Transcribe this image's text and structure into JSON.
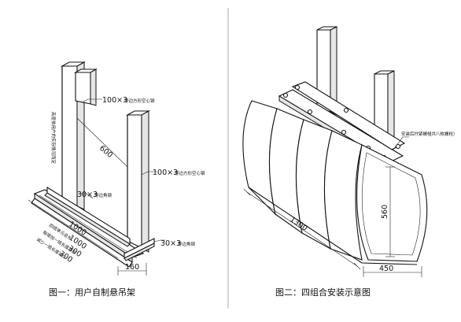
{
  "left_figure": {
    "caption": "图一：用户自制悬吊架",
    "vertical_note": "高度依用户的实际情况而定",
    "label_tube_upper": "100×3",
    "label_tube_upper_note": "等边方形空心钢",
    "label_tube_lower": "100×3",
    "label_tube_lower_note": "等边方形空心钢",
    "label_angle_inner": "30×3",
    "label_angle_inner_note": "等边角钢",
    "label_angle_outer": "30×3",
    "label_angle_outer_note": "等边角钢",
    "dim_600": "600",
    "dim_1000": "1000",
    "dim_160": "160",
    "length_lines": [
      {
        "note": "四组单元总长",
        "value": "1000"
      },
      {
        "note": "每增加一组长度增加",
        "value": "300"
      },
      {
        "note": "减少一组长度减少",
        "value": "300"
      }
    ]
  },
  "right_figure": {
    "caption": "图二：四组合安装示意图",
    "label_bolt": "安装后拧紧螺栓",
    "label_bolt_note": "（共八枚螺栓）",
    "dim_1300": "1300",
    "dim_560": "560",
    "dim_450": "450"
  }
}
